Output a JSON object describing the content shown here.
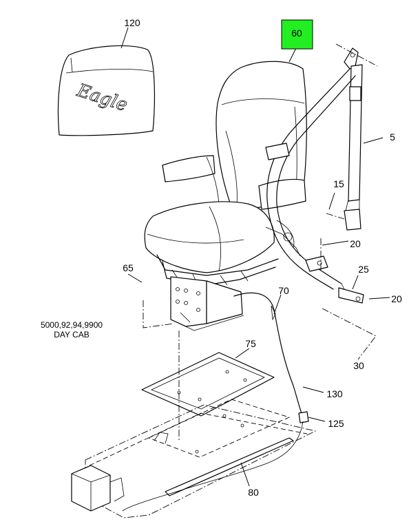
{
  "diagram": {
    "callouts": {
      "c120": "120",
      "c60": "60",
      "c5": "5",
      "c15": "15",
      "c20a": "20",
      "c65": "65",
      "c25": "25",
      "c20b": "20",
      "c70": "70",
      "c75": "75",
      "c30": "30",
      "c130": "130",
      "c125": "125",
      "c80": "80"
    },
    "highlight_color": "#22ee22",
    "note_line1": "5000,92,94,9900",
    "note_line2": "DAY CAB",
    "headrest_logo": "Eagle"
  }
}
